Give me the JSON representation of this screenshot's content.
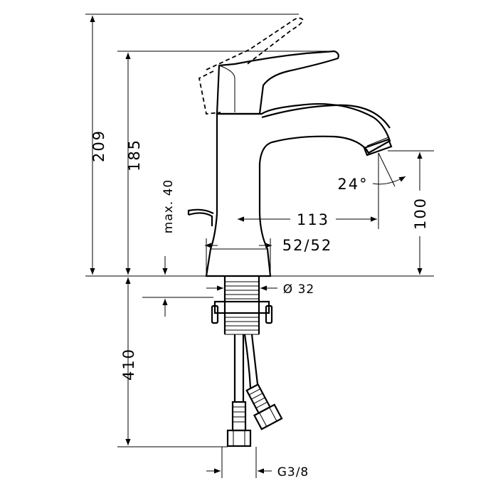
{
  "dimensions": {
    "total_height": "209",
    "spout_height": "185",
    "max_deck": "max. 40",
    "spout_projection": "113",
    "spout_outlet_height": "100",
    "spout_angle": "24°",
    "body_diameter": "52/52",
    "shank_diameter": "Ø 32",
    "hose_length": "410",
    "connection": "G3/8"
  }
}
